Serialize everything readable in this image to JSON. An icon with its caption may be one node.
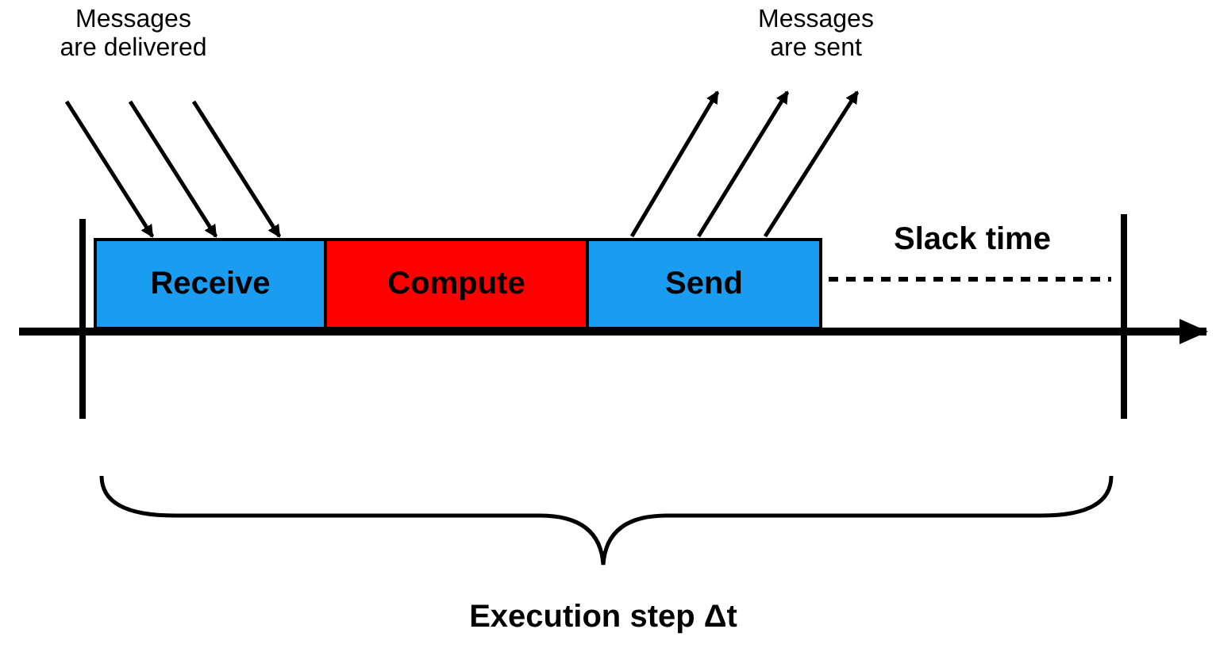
{
  "diagram": {
    "nodes": [
      {
        "text": [
          "Receive"
        ]
      },
      {
        "text": [
          "Compute"
        ]
      },
      {
        "text": [
          "Send"
        ]
      }
    ],
    "edges": [
      {
        "from": null,
        "to": 0,
        "arrow": "to"
      },
      {
        "from": null,
        "to": 0,
        "arrow": "to"
      },
      {
        "from": null,
        "to": 0,
        "arrow": "to"
      },
      {
        "from": 2,
        "to": null,
        "arrow": "to"
      },
      {
        "from": 2,
        "to": null,
        "arrow": "to"
      },
      {
        "from": 2,
        "to": null,
        "arrow": "to"
      }
    ],
    "labels": [
      "Messages are delivered",
      "Messages are sent",
      "Slack time",
      "Execution step Δt"
    ]
  }
}
